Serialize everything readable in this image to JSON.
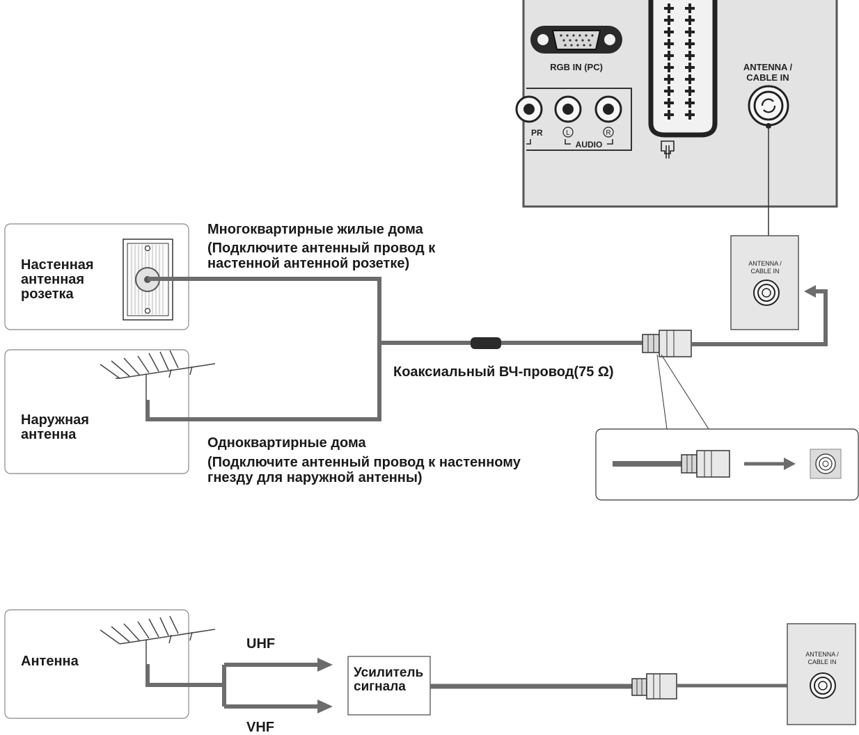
{
  "tv_panel": {
    "rgb_label": "RGB IN (PC)",
    "pr_label": "PR",
    "l_label": "L",
    "r_label": "R",
    "audio_label": "AUDIO",
    "antenna_label_line1": "ANTENNA /",
    "antenna_label_line2": "CABLE IN"
  },
  "wall_plate_label_line1": "ANTENNA /",
  "wall_plate_label_line2": "CABLE IN",
  "bottom_plate_label_line1": "ANTENNA /",
  "bottom_plate_label_line2": "CABLE IN",
  "wall_outlet_box": {
    "label": "Настенная антенная розетка"
  },
  "outdoor_box": {
    "label": "Наружная антенна"
  },
  "apartment_text": {
    "line1": "Многоквартирные жилые дома",
    "line2": "(Подключите антенный провод к",
    "line3": "настенной антенной розетке)"
  },
  "single_family_text": {
    "line1": "Одноквартирные дома",
    "line2": "(Подключите антенный провод к настенному",
    "line3": "гнезду для наружной антенны)"
  },
  "coax_label": "Коаксиальный ВЧ-провод(75 Ω)",
  "bottom": {
    "antenna_label": "Антенна",
    "uhf": "UHF",
    "vhf": "VHF",
    "amplifier": "Усилитель сигнала"
  }
}
